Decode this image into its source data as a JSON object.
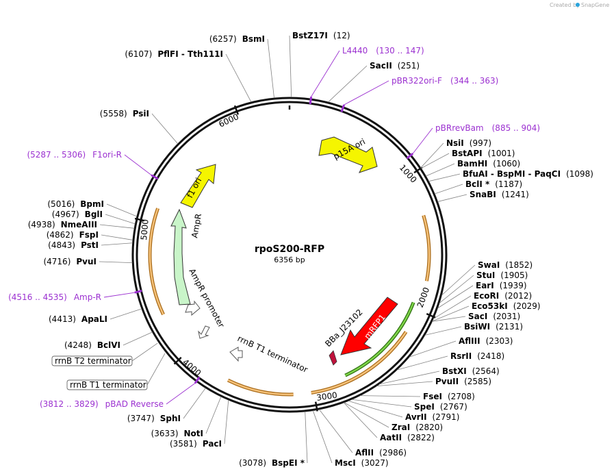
{
  "credit": {
    "text": "Created by",
    "brand": "SnapGene"
  },
  "plasmid": {
    "name": "rpoS200-RFP",
    "length_label": "6356 bp",
    "length": 6356
  },
  "tick_labels": [
    "1000",
    "2000",
    "3000",
    "4000",
    "5000",
    "6000"
  ],
  "sites": [
    {
      "name": "BstZ17I",
      "pos": "(12)"
    },
    {
      "name": "SacII",
      "pos": "(251)"
    },
    {
      "name": "NsiI",
      "pos": "(997)"
    },
    {
      "name": "BstAPI",
      "pos": "(1001)"
    },
    {
      "name": "BamHI",
      "pos": "(1060)"
    },
    {
      "name": "BfuAI - BspMI - PaqCI",
      "pos": "(1098)"
    },
    {
      "name": "BclI *",
      "pos": "(1187)"
    },
    {
      "name": "SnaBI",
      "pos": "(1241)"
    },
    {
      "name": "SwaI",
      "pos": "(1852)"
    },
    {
      "name": "StuI",
      "pos": "(1905)"
    },
    {
      "name": "EarI",
      "pos": "(1939)"
    },
    {
      "name": "EcoRI",
      "pos": "(2012)"
    },
    {
      "name": "Eco53kI",
      "pos": "(2029)"
    },
    {
      "name": "SacI",
      "pos": "(2031)"
    },
    {
      "name": "BsiWI",
      "pos": "(2131)"
    },
    {
      "name": "AflIII",
      "pos": "(2303)"
    },
    {
      "name": "RsrII",
      "pos": "(2418)"
    },
    {
      "name": "BstXI",
      "pos": "(2564)"
    },
    {
      "name": "PvuII",
      "pos": "(2585)"
    },
    {
      "name": "FseI",
      "pos": "(2708)"
    },
    {
      "name": "SpeI",
      "pos": "(2767)"
    },
    {
      "name": "AvrII",
      "pos": "(2791)"
    },
    {
      "name": "ZraI",
      "pos": "(2820)"
    },
    {
      "name": "AatII",
      "pos": "(2822)"
    },
    {
      "name": "AflII",
      "pos": "(2986)"
    },
    {
      "name": "MscI",
      "pos": "(3027)"
    },
    {
      "name": "BspEI *",
      "pos": "(3078)"
    },
    {
      "name": "PacI",
      "pos": "(3581)"
    },
    {
      "name": "NotI",
      "pos": "(3633)"
    },
    {
      "name": "SphI",
      "pos": "(3747)"
    },
    {
      "name": "BclVI",
      "pos": "(4248)"
    },
    {
      "name": "ApaLI",
      "pos": "(4413)"
    },
    {
      "name": "PvuI",
      "pos": "(4716)"
    },
    {
      "name": "PstI",
      "pos": "(4843)"
    },
    {
      "name": "FspI",
      "pos": "(4862)"
    },
    {
      "name": "NmeAIII",
      "pos": "(4938)"
    },
    {
      "name": "BglI",
      "pos": "(4967)"
    },
    {
      "name": "BpmI",
      "pos": "(5016)"
    },
    {
      "name": "PsiI",
      "pos": "(5558)"
    },
    {
      "name": "PflFI - Tth111I",
      "pos": "(6107)"
    },
    {
      "name": "BsmI",
      "pos": "(6257)"
    }
  ],
  "primers": [
    {
      "name": "L4440",
      "range": "(130 .. 147)"
    },
    {
      "name": "pBR322ori-F",
      "range": "(344 .. 363)"
    },
    {
      "name": "pBRrevBam",
      "range": "(885 .. 904)"
    },
    {
      "name": "F1ori-R",
      "range": "(5287 .. 5306)"
    },
    {
      "name": "Amp-R",
      "range": "(4516 .. 4535)"
    },
    {
      "name": "pBAD Reverse",
      "range": "(3812 .. 3829)"
    }
  ],
  "boxed_features": [
    {
      "name": "rrnB T2 terminator"
    },
    {
      "name": "rrnB T1 terminator"
    }
  ],
  "features": [
    {
      "name": "p15A ori"
    },
    {
      "name": "f1 ori"
    },
    {
      "name": "AmpR"
    },
    {
      "name": "AmpR promoter"
    },
    {
      "name": "rrnB T1 terminator"
    },
    {
      "name": "mRFP1"
    },
    {
      "name": "BBa_J23102"
    }
  ],
  "colors": {
    "ori": "#f5f500",
    "ampr": "#c9f5c9",
    "rfp": "#ff0000",
    "bba": "#c0123c",
    "orange_arc": "#f5c27a",
    "green_arc": "#4caf1a",
    "primer": "#9b30d0",
    "leader": "#808080"
  }
}
